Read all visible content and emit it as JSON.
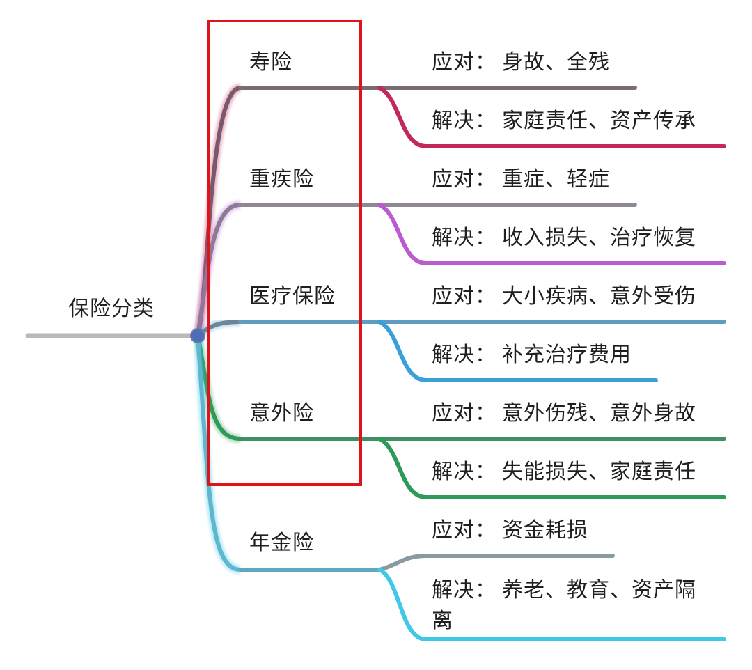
{
  "root": {
    "label": "保险分类"
  },
  "colors": {
    "root_line": "#b9b9b9",
    "node": "#4a6fb8",
    "life": "#c4285a",
    "critical": "#b85cd0",
    "medical": "#3aa0d8",
    "accident": "#2e9a58",
    "annuity": "#3fc8e8",
    "highlight_box": "#e0131a"
  },
  "categories": [
    {
      "id": "life",
      "label": "寿险",
      "cope": {
        "prefix": "应对：",
        "text": "身故、全残"
      },
      "solve": {
        "prefix": "解决：",
        "text": "家庭责任、资产传承"
      }
    },
    {
      "id": "critical",
      "label": "重疾险",
      "cope": {
        "prefix": "应对：",
        "text": "重症、轻症"
      },
      "solve": {
        "prefix": "解决：",
        "text": "收入损失、治疗恢复"
      }
    },
    {
      "id": "medical",
      "label": "医疗保险",
      "cope": {
        "prefix": "应对：",
        "text": "大小疾病、意外受伤"
      },
      "solve": {
        "prefix": "解决：",
        "text": "补充治疗费用"
      }
    },
    {
      "id": "accident",
      "label": "意外险",
      "cope": {
        "prefix": "应对：",
        "text": "意外伤残、意外身故"
      },
      "solve": {
        "prefix": "解决：",
        "text": "失能损失、家庭责任"
      }
    },
    {
      "id": "annuity",
      "label": "年金险",
      "cope": {
        "prefix": "应对：",
        "text": "资金耗损"
      },
      "solve": {
        "prefix": "解决：",
        "text": "养老、教育、资产隔离"
      }
    }
  ]
}
